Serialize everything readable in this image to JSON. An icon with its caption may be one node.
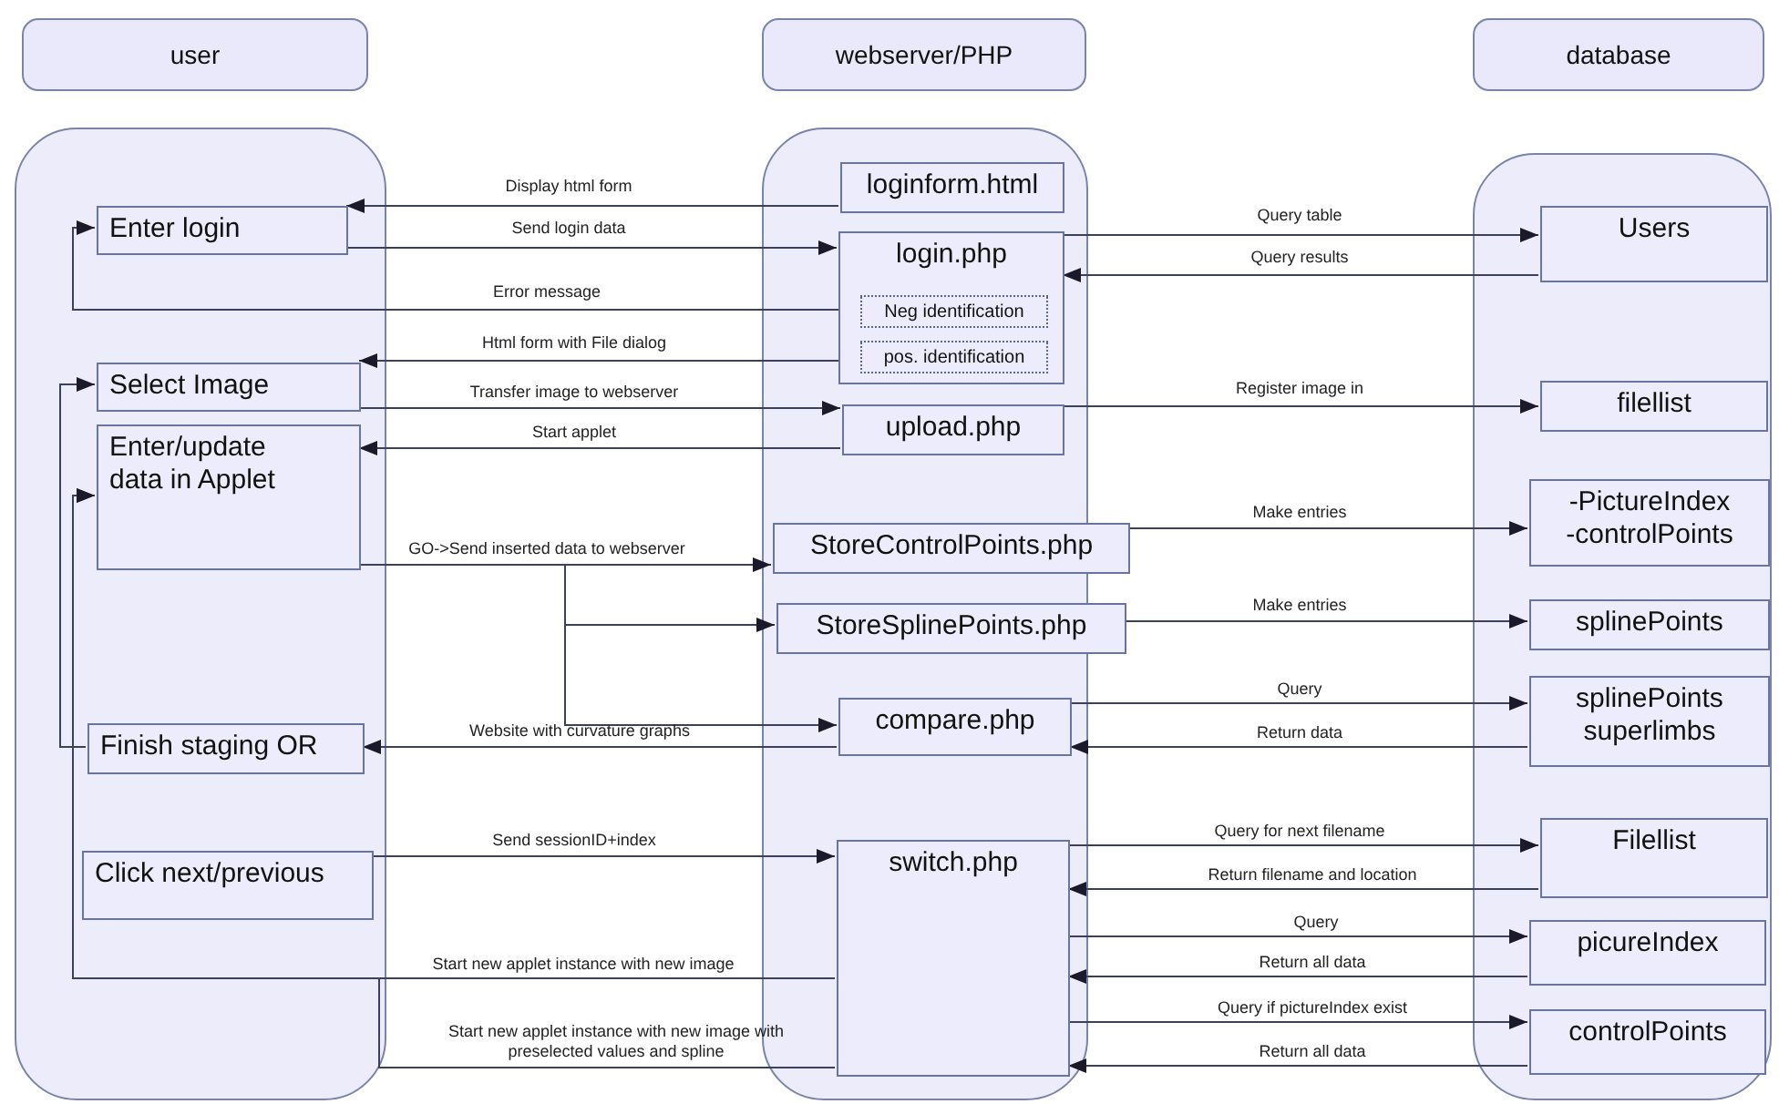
{
  "diagram": {
    "nodes": [
      {
        "text": [
          "user"
        ]
      },
      {
        "text": [
          "webserver/PHP"
        ]
      },
      {
        "text": [
          "database"
        ]
      },
      {
        "text": [],
        "shape": "box"
      },
      {
        "text": [],
        "shape": "box"
      },
      {
        "text": [],
        "shape": "box"
      },
      {
        "text": [
          "Enter login"
        ],
        "in": 3
      },
      {
        "text": [
          "Select Image"
        ],
        "in": 3
      },
      {
        "text": [
          "Enter/update data in Applet"
        ],
        "in": 3
      },
      {
        "text": [
          "Finish staging OR"
        ],
        "in": 3
      },
      {
        "text": [
          "Click next/previous"
        ],
        "in": 3
      },
      {
        "text": [
          "loginform.html"
        ],
        "in": 4
      },
      {
        "text": [
          "login.php"
        ],
        "in": 4
      },
      {
        "text": [
          "Neg identification"
        ],
        "in": 12
      },
      {
        "text": [
          "pos. identification"
        ],
        "in": 12
      },
      {
        "text": [
          "upload.php"
        ],
        "in": 4
      },
      {
        "text": [
          "StoreControlPoints.php"
        ],
        "in": 4
      },
      {
        "text": [
          "StoreSplinePoints.php"
        ],
        "in": 4
      },
      {
        "text": [
          "compare.php"
        ],
        "in": 4
      },
      {
        "text": [
          "switch.php"
        ],
        "in": 4
      },
      {
        "text": [
          "Users"
        ],
        "in": 5
      },
      {
        "text": [
          "filellist"
        ],
        "in": 5
      },
      {
        "text": [
          "-PictureIndex -controlPoints"
        ],
        "in": 5
      },
      {
        "text": [
          "splinePoints"
        ],
        "in": 5
      },
      {
        "text": [
          "splinePoints superlimbs"
        ],
        "in": 5
      },
      {
        "text": [
          "Filellist"
        ],
        "in": 5
      },
      {
        "text": [
          "picureIndex"
        ],
        "in": 5
      },
      {
        "text": [
          "controlPoints"
        ],
        "in": 5
      }
    ],
    "edges": [
      {
        "from": 11,
        "to": 6,
        "arrow": "to",
        "label": "Display html form"
      },
      {
        "from": 6,
        "to": 12,
        "arrow": "to",
        "label": "Send login data"
      },
      {
        "from": 12,
        "to": 20,
        "arrow": "to",
        "label": "Query table"
      },
      {
        "from": 20,
        "to": 12,
        "arrow": "to",
        "label": "Query results"
      },
      {
        "from": 13,
        "to": 6,
        "arrow": "to",
        "label": "Error message"
      },
      {
        "from": 14,
        "to": 7,
        "arrow": "to",
        "label": "Html form with File dialog"
      },
      {
        "from": 7,
        "to": 15,
        "arrow": "to",
        "label": "Transfer image to webserver"
      },
      {
        "from": 15,
        "to": 21,
        "arrow": "to",
        "label": "Register image in"
      },
      {
        "from": 15,
        "to": 8,
        "arrow": "to",
        "label": "Start applet"
      },
      {
        "from": 8,
        "to": 16,
        "arrow": "to",
        "label": "GO->Send inserted data to webserver"
      },
      {
        "from": 8,
        "to": 17,
        "arrow": "to"
      },
      {
        "from": 8,
        "to": 18,
        "arrow": "to"
      },
      {
        "from": 16,
        "to": 22,
        "arrow": "to",
        "label": "Make entries"
      },
      {
        "from": 17,
        "to": 23,
        "arrow": "to",
        "label": "Make entries"
      },
      {
        "from": 18,
        "to": 24,
        "arrow": "to",
        "label": "Query"
      },
      {
        "from": 24,
        "to": 18,
        "arrow": "to",
        "label": "Return data"
      },
      {
        "from": 18,
        "to": 9,
        "arrow": "to",
        "label": "Website with curvature graphs"
      },
      {
        "from": 9,
        "to": 7,
        "arrow": "to"
      },
      {
        "from": 10,
        "to": 19,
        "arrow": "to",
        "label": "Send sessionID+index"
      },
      {
        "from": 19,
        "to": 25,
        "arrow": "to",
        "label": "Query for next filename"
      },
      {
        "from": 25,
        "to": 19,
        "arrow": "to",
        "label": "Return filename and location"
      },
      {
        "from": 19,
        "to": 26,
        "arrow": "to",
        "label": "Query"
      },
      {
        "from": 26,
        "to": 19,
        "arrow": "to",
        "label": "Return all data"
      },
      {
        "from": 19,
        "to": 27,
        "arrow": "to",
        "label": "Query if pictureIndex exist"
      },
      {
        "from": 27,
        "to": 19,
        "arrow": "to",
        "label": "Return all data"
      },
      {
        "from": 19,
        "to": 8,
        "arrow": "to",
        "label": "Start new applet instance with new image"
      },
      {
        "from": 19,
        "to": 8,
        "arrow": "to",
        "label": "Start new applet instance with new image with preselected values and spline"
      }
    ]
  }
}
